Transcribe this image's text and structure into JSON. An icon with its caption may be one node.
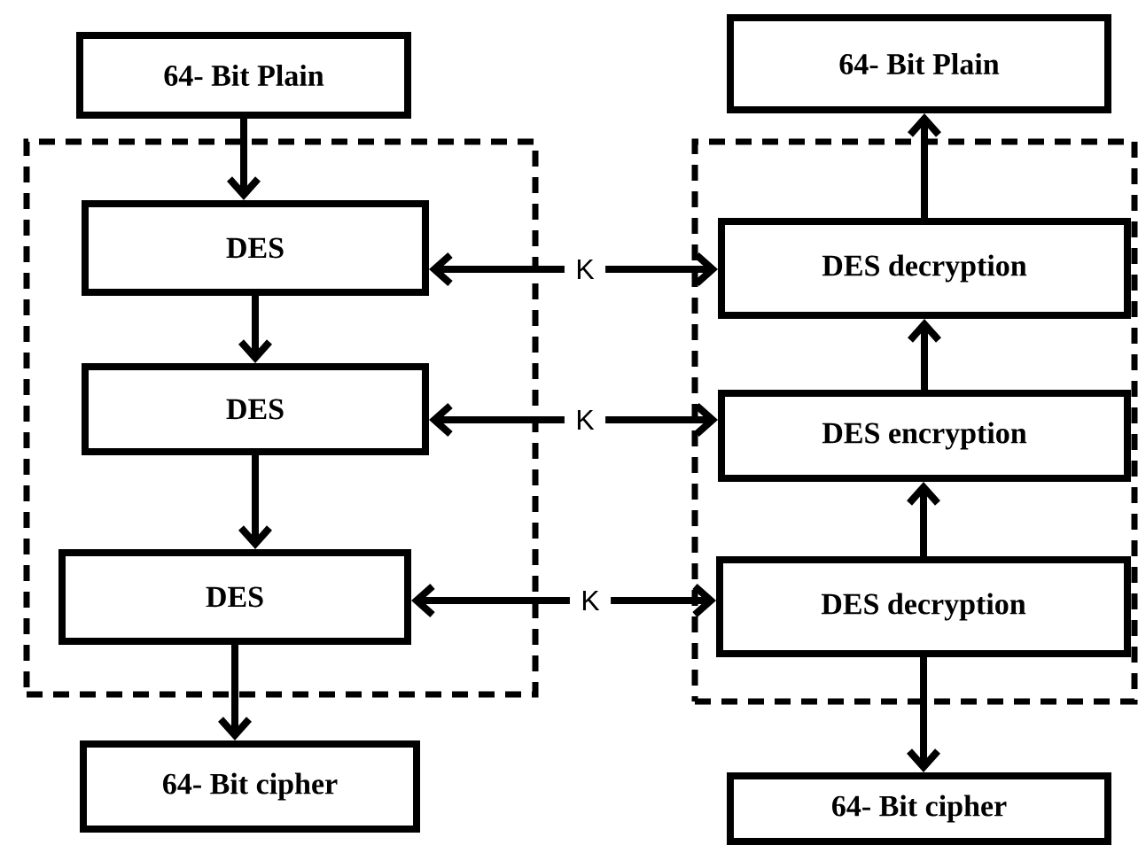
{
  "diagram": {
    "nodes": [
      {
        "text": [
          "64- Bit Plain"
        ]
      },
      {
        "text": [],
        "shape": "box"
      },
      {
        "text": [
          "DES"
        ],
        "in": 1
      },
      {
        "text": [
          "DES"
        ],
        "in": 1
      },
      {
        "text": [
          "DES"
        ],
        "in": 1
      },
      {
        "text": [
          "64- Bit cipher"
        ]
      },
      {
        "text": [
          "64- Bit Plain"
        ]
      },
      {
        "text": [],
        "shape": "box"
      },
      {
        "text": [
          "DES decryption"
        ],
        "in": 7
      },
      {
        "text": [
          "DES encryption"
        ],
        "in": 7
      },
      {
        "text": [
          "DES decryption"
        ],
        "in": 7
      },
      {
        "text": [
          "64- Bit cipher"
        ]
      },
      {
        "text": [
          "K"
        ]
      },
      {
        "text": [
          "K"
        ]
      },
      {
        "text": [
          "K"
        ]
      }
    ],
    "edges": [
      {
        "from": 0,
        "to": 2,
        "arrow": "to"
      },
      {
        "from": 2,
        "to": 3,
        "arrow": "to"
      },
      {
        "from": 3,
        "to": 4,
        "arrow": "to"
      },
      {
        "from": 4,
        "to": 5,
        "arrow": "to"
      },
      {
        "from": 10,
        "to": 9,
        "arrow": "to"
      },
      {
        "from": 9,
        "to": 8,
        "arrow": "to"
      },
      {
        "from": 8,
        "to": 6,
        "arrow": "to"
      },
      {
        "from": 10,
        "to": 11,
        "arrow": "to"
      },
      {
        "from": 12,
        "to": 2,
        "arrow": "to"
      },
      {
        "from": 12,
        "to": 8,
        "arrow": "to"
      },
      {
        "from": 13,
        "to": 3,
        "arrow": "to"
      },
      {
        "from": 13,
        "to": 9,
        "arrow": "to"
      },
      {
        "from": 14,
        "to": 4,
        "arrow": "to"
      },
      {
        "from": 14,
        "to": 10,
        "arrow": "to"
      }
    ]
  }
}
